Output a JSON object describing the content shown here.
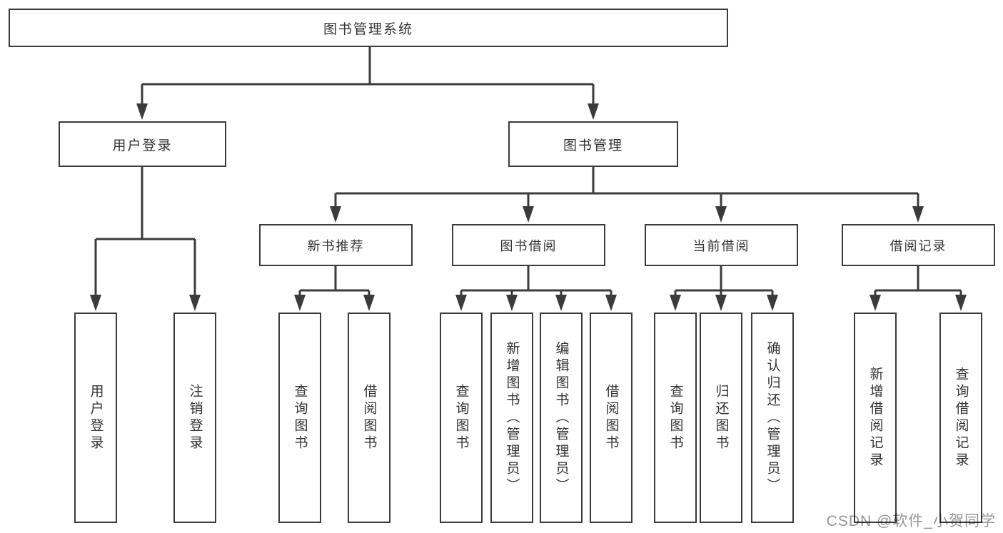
{
  "tree": {
    "label": "图书管理系统",
    "children": [
      {
        "label": "用户登录",
        "children": [
          {
            "label": "用户登录"
          },
          {
            "label": "注销登录"
          }
        ]
      },
      {
        "label": "图书管理",
        "children": [
          {
            "label": "新书推荐",
            "children": [
              {
                "label": "查询图书"
              },
              {
                "label": "借阅图书"
              }
            ]
          },
          {
            "label": "图书借阅",
            "children": [
              {
                "label": "查询图书"
              },
              {
                "label": "新增图书（管理员）"
              },
              {
                "label": "编辑图书（管理员）"
              },
              {
                "label": "借阅图书"
              }
            ]
          },
          {
            "label": "当前借阅",
            "children": [
              {
                "label": "查询图书"
              },
              {
                "label": "归还图书"
              },
              {
                "label": "确认归还（管理员）"
              }
            ]
          },
          {
            "label": "借阅记录",
            "children": [
              {
                "label": "新增借阅记录"
              },
              {
                "label": "查询借阅记录"
              }
            ]
          }
        ]
      }
    ]
  },
  "watermark": "CSDN @软件_小贺同学",
  "colors": {
    "line": "#3b3b3b",
    "text": "#333333",
    "box_background": "#ffffff",
    "watermark": "#969696"
  }
}
